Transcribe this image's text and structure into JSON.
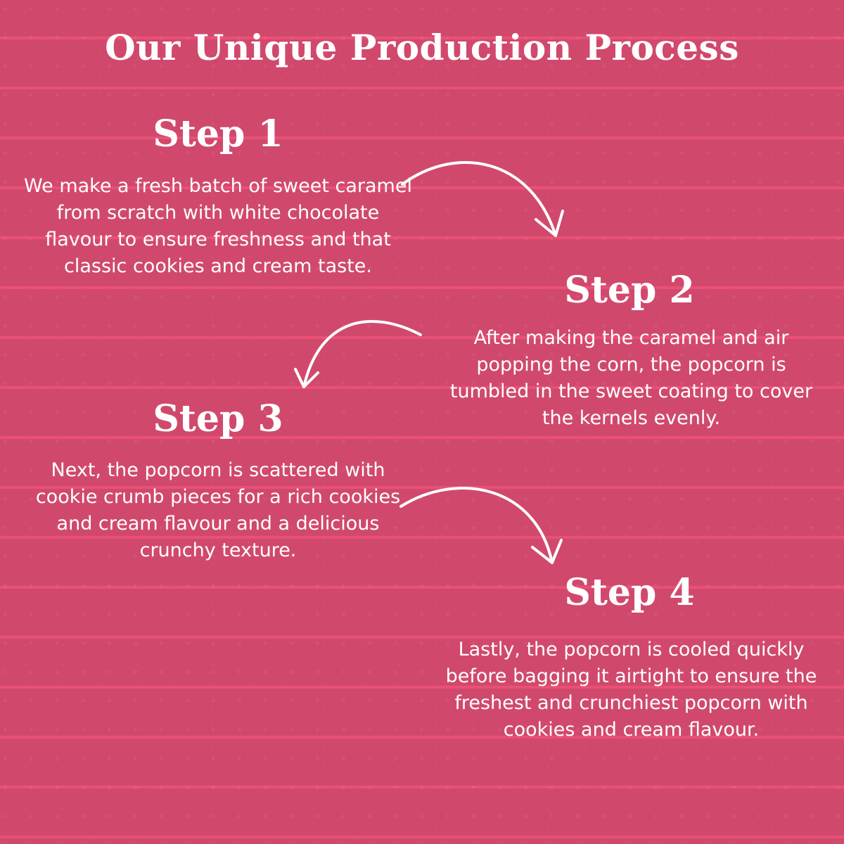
{
  "title": "Our Unique Production Process",
  "steps": [
    {
      "heading": "Step 1",
      "body": "We make a fresh batch of sweet caramel from scratch with white chocolate flavour to ensure freshness and that classic cookies and cream taste."
    },
    {
      "heading": "Step 2",
      "body": "After making the caramel and air popping the corn, the popcorn is tumbled in the sweet coating to cover the kernels evenly."
    },
    {
      "heading": "Step 3",
      "body": "Next, the popcorn is scattered with cookie crumb pieces for a rich cookies and cream flavour and a delicious crunchy texture."
    },
    {
      "heading": "Step 4",
      "body": "Lastly, the popcorn is cooled quickly before bagging it airtight to ensure the freshest and crunchiest popcorn with cookies and cream flavour."
    }
  ],
  "icons": [
    "curved-arrow-icon",
    "curved-arrow-icon",
    "curved-arrow-icon"
  ],
  "colors": {
    "background": "#d0496c",
    "stripe": "#ff557d",
    "text": "#ffffff"
  }
}
